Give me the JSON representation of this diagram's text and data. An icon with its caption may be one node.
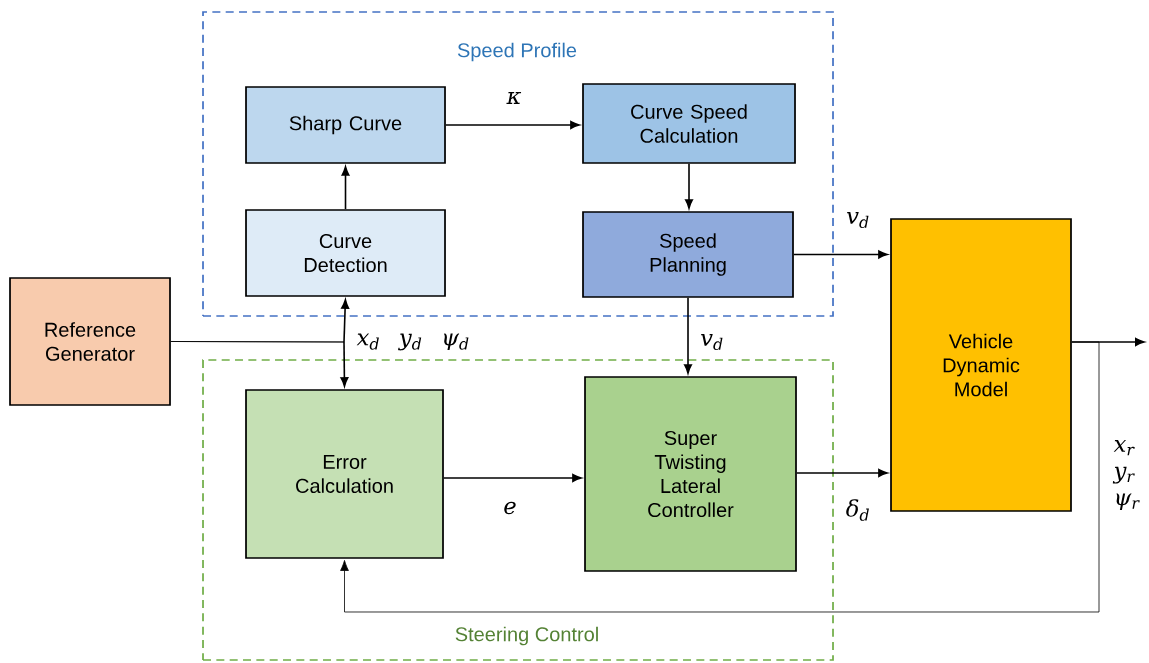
{
  "diagram": {
    "nodes": [
      {
        "text": [
          "Speed Profile"
        ]
      },
      {
        "text": [
          "Sharp Curve"
        ],
        "in": 0
      },
      {
        "text": [
          "Curve Speed Calculation"
        ],
        "in": 0
      },
      {
        "text": [
          "Curve Detection"
        ],
        "in": 0
      },
      {
        "text": [
          "Speed Planning"
        ],
        "in": 0
      },
      {
        "text": [
          "Reference Generator"
        ]
      },
      {
        "text": [
          "Steering Control"
        ]
      },
      {
        "text": [
          "Error Calculation"
        ],
        "in": 6
      },
      {
        "text": [
          "Super Twisting Lateral Controller"
        ],
        "in": 6
      },
      {
        "text": [
          "Vehicle Dynamic Model"
        ]
      }
    ],
    "edges": [
      {
        "from": 3,
        "to": 1,
        "arrow": "to"
      },
      {
        "from": 1,
        "to": 2,
        "arrow": "to",
        "label": "κ"
      },
      {
        "from": 2,
        "to": 4,
        "arrow": "to"
      },
      {
        "from": 4,
        "to": 9,
        "arrow": "to",
        "label": "v$_{d}$"
      },
      {
        "from": 4,
        "to": 8,
        "arrow": "to",
        "label": "v$_{d}$"
      },
      {
        "from": 7,
        "to": 8,
        "arrow": "to",
        "label": "e"
      },
      {
        "from": 8,
        "to": 9,
        "arrow": "to",
        "label": "δ$_{d}$"
      },
      {
        "from": 5,
        "to": 3,
        "arrow": "to"
      },
      {
        "from": 5,
        "to": 7,
        "arrow": "to",
        "label": "x$_{d}$ y$_{d}$ ψ$_{d}$"
      },
      {
        "from": 9,
        "to": null,
        "arrow": "to"
      },
      {
        "from": 9,
        "to": 7,
        "arrow": "to",
        "label": "x$_{r}$ y$_{r}$ ψ$_{r}$"
      }
    ]
  }
}
